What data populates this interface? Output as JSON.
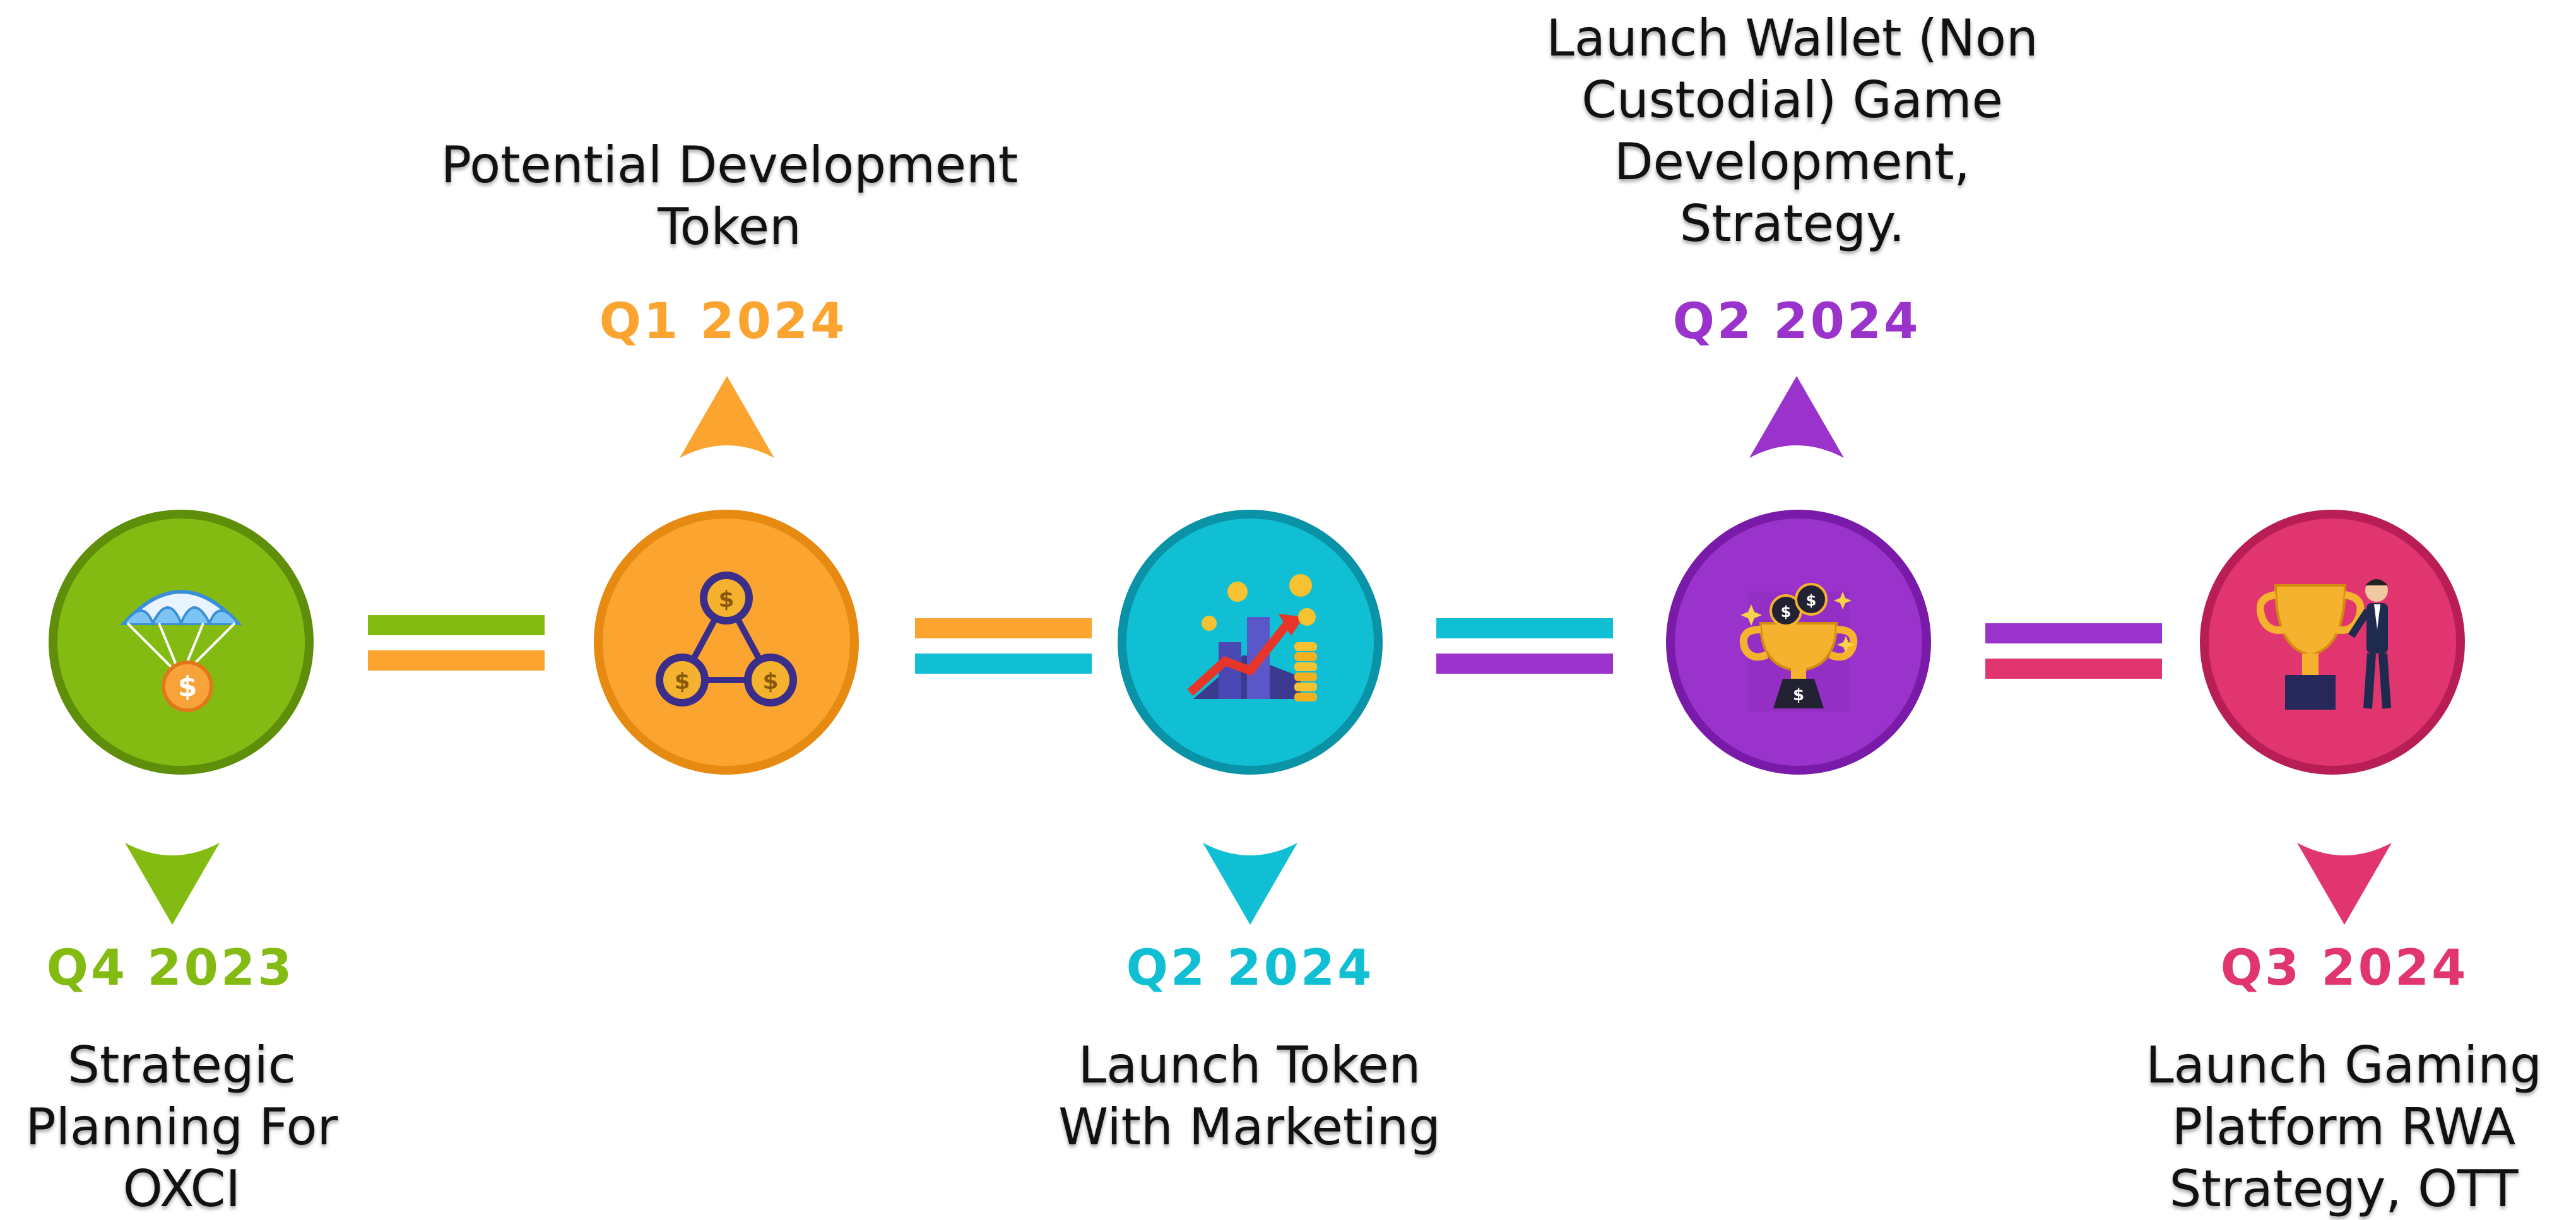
{
  "milestones": [
    {
      "quarter": "Q4 2023",
      "color": "#84bb12",
      "border": "#5f8e0a",
      "icon": "parachute-coin-icon",
      "description": [
        "Strategic",
        "Planning For",
        "OXCI"
      ]
    },
    {
      "quarter": "Q1 2024",
      "color": "#fba430",
      "border": "#e68a12",
      "icon": "network-nodes-icon",
      "description": [
        "Potential Development",
        "Token"
      ]
    },
    {
      "quarter": "Q2 2024",
      "color": "#10bfd3",
      "border": "#0a92a6",
      "icon": "growth-chart-coins-icon",
      "description": [
        "Launch Token",
        "With Marketing"
      ]
    },
    {
      "quarter": "Q2 2024",
      "color": "#9a32cc",
      "border": "#7a1aa8",
      "icon": "trophy-coins-icon",
      "description": [
        "Launch Wallet (Non",
        "Custodial) Game",
        "Development,",
        "Strategy."
      ]
    },
    {
      "quarter": "Q3 2024",
      "color": "#e0356f",
      "border": "#b81e55",
      "icon": "trophy-businessman-icon",
      "description": [
        "Launch Gaming",
        "Platform RWA",
        "Strategy, OTT"
      ]
    }
  ]
}
